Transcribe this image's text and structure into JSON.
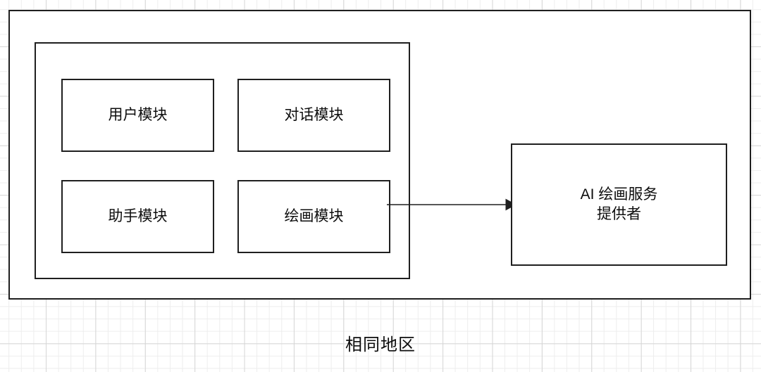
{
  "diagram": {
    "caption": "相同地区",
    "region": {
      "name": ""
    },
    "application": {
      "name": "",
      "modules": [
        {
          "label": "用户模块",
          "key": "user"
        },
        {
          "label": "对话模块",
          "key": "dialog"
        },
        {
          "label": "助手模块",
          "key": "assistant"
        },
        {
          "label": "绘画模块",
          "key": "drawing"
        }
      ]
    },
    "external_service": {
      "line1": "AI 绘画服务",
      "line2": "提供者"
    },
    "connector": {
      "from": "绘画模块",
      "to": "AI 绘画服务提供者",
      "arrow": "arrow-right-icon"
    },
    "colors": {
      "stroke": "#1f1f1f",
      "fill": "#ffffff",
      "text": "#0d0d0d",
      "grid_minor": "#ededed",
      "grid_major": "#d6d6d6"
    }
  }
}
